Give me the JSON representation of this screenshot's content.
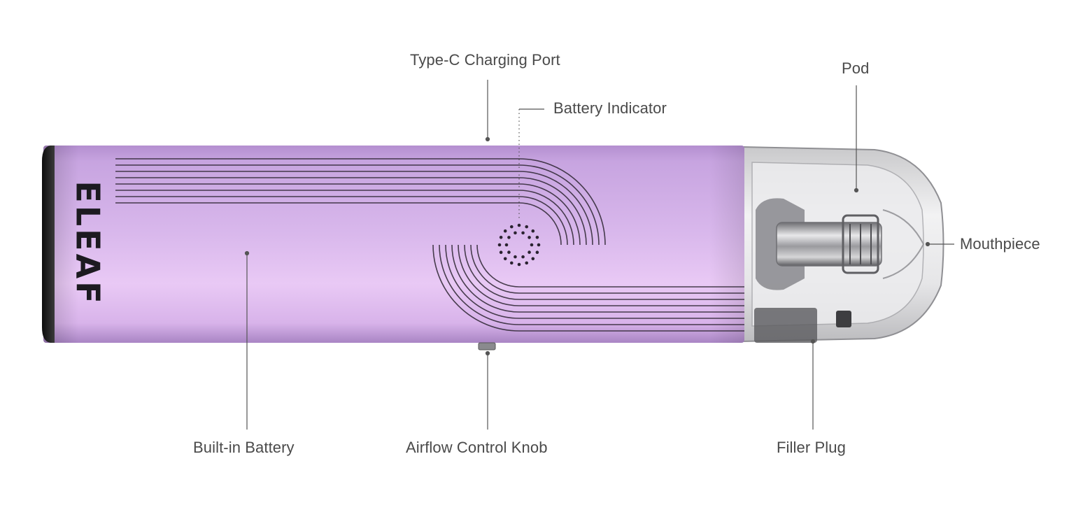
{
  "brand": {
    "logo_text": "ELEAF",
    "body_color": "#c9a6e3",
    "body_highlight": "#ecd0f5",
    "body_shadow": "#9b78b8",
    "end_cap_color": "#1a1a1a",
    "groove_color": "#2b2530",
    "pod_color": "#d4d4d6"
  },
  "callouts": {
    "type_c_port": "Type-C Charging Port",
    "battery_indicator": "Battery Indicator",
    "pod": "Pod",
    "mouthpiece": "Mouthpiece",
    "built_in_battery": "Built-in Battery",
    "airflow_knob": "Airflow Control Knob",
    "filler_plug": "Filler Plug"
  },
  "line_color": "#555555",
  "text_color": "#4a4a4a"
}
